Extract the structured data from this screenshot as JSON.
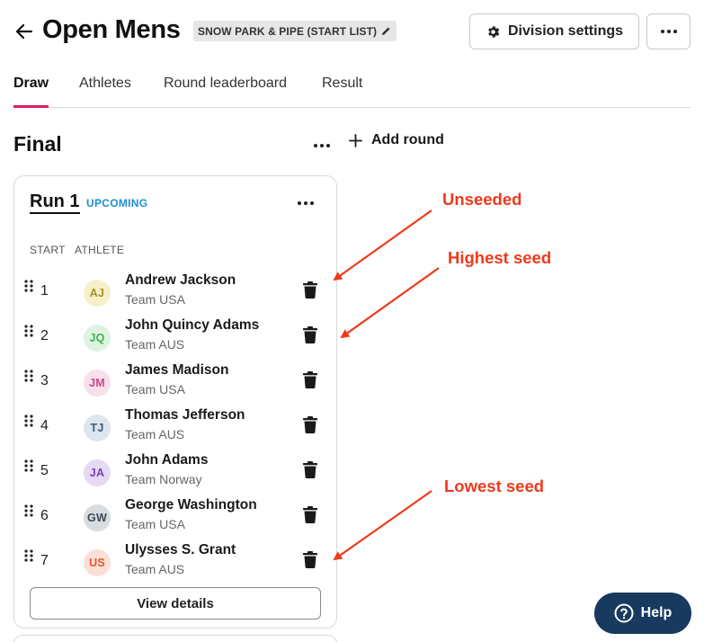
{
  "header": {
    "title": "Open Mens",
    "event_badge": "SNOW PARK & PIPE (START LIST)",
    "settings_label": "Division settings"
  },
  "tabs": [
    {
      "label": "Draw",
      "active": true
    },
    {
      "label": "Athletes",
      "active": false
    },
    {
      "label": "Round leaderboard",
      "active": false
    },
    {
      "label": "Result",
      "active": false
    }
  ],
  "round": {
    "title": "Final",
    "add_round_label": "Add round"
  },
  "run": {
    "title": "Run 1",
    "status": "UPCOMING",
    "col_start": "START",
    "col_athlete": "ATHLETE",
    "view_details_label": "View details",
    "athletes": [
      {
        "start": "1",
        "initials": "AJ",
        "name": "Andrew Jackson",
        "team": "Team USA",
        "avatar_bg": "#f6f0c8",
        "avatar_fg": "#a3912a"
      },
      {
        "start": "2",
        "initials": "JQ",
        "name": "John Quincy Adams",
        "team": "Team AUS",
        "avatar_bg": "#dff3e2",
        "avatar_fg": "#3db454"
      },
      {
        "start": "3",
        "initials": "JM",
        "name": "James Madison",
        "team": "Team USA",
        "avatar_bg": "#f7dfeb",
        "avatar_fg": "#c64b8a"
      },
      {
        "start": "4",
        "initials": "TJ",
        "name": "Thomas Jefferson",
        "team": "Team AUS",
        "avatar_bg": "#dde6ef",
        "avatar_fg": "#3e5a78"
      },
      {
        "start": "5",
        "initials": "JA",
        "name": "John Adams",
        "team": "Team Norway",
        "avatar_bg": "#e6daf2",
        "avatar_fg": "#7d3fb8"
      },
      {
        "start": "6",
        "initials": "GW",
        "name": "George Washington",
        "team": "Team USA",
        "avatar_bg": "#d9dcdf",
        "avatar_fg": "#3d4a55"
      },
      {
        "start": "7",
        "initials": "US",
        "name": "Ulysses S. Grant",
        "team": "Team AUS",
        "avatar_bg": "#fbe0d6",
        "avatar_fg": "#e8562a"
      }
    ]
  },
  "annotations": {
    "unseeded": "Unseeded",
    "highest_seed": "Highest seed",
    "lowest_seed": "Lowest seed",
    "color": "#f0391b"
  },
  "help": {
    "label": "Help"
  },
  "colors": {
    "accent_tab": "#e3196b",
    "status_blue": "#1b8fd1",
    "help_bg": "#173a5e"
  }
}
